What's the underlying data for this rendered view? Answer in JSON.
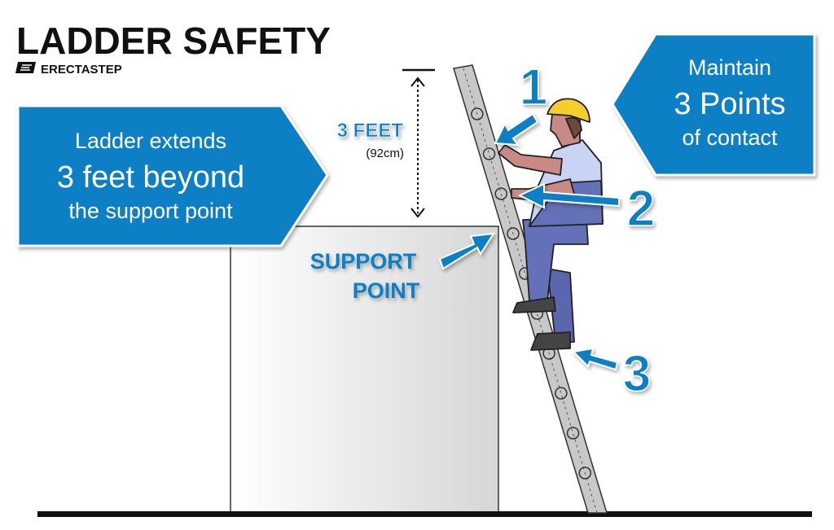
{
  "header": {
    "title": "LADDER SAFETY",
    "brand": "ERECTASTEP"
  },
  "left_callout": {
    "line1": "Ladder extends",
    "line2": "3 feet beyond",
    "line3": "the support point"
  },
  "right_callout": {
    "line1": "Maintain",
    "line2": "3 Points",
    "line3": "of contact"
  },
  "measurement": {
    "label": "3 FEET",
    "sublabel": "(92cm)"
  },
  "support": {
    "line1": "SUPPORT",
    "line2": "POINT"
  },
  "contact_points": [
    "1",
    "2",
    "3"
  ],
  "colors": {
    "accent": "#0a7fc4",
    "helmet": "#f2cf2e",
    "shirt": "#c9d4f5",
    "overalls": "#6470b8",
    "ladder": "#c8c8c8"
  }
}
